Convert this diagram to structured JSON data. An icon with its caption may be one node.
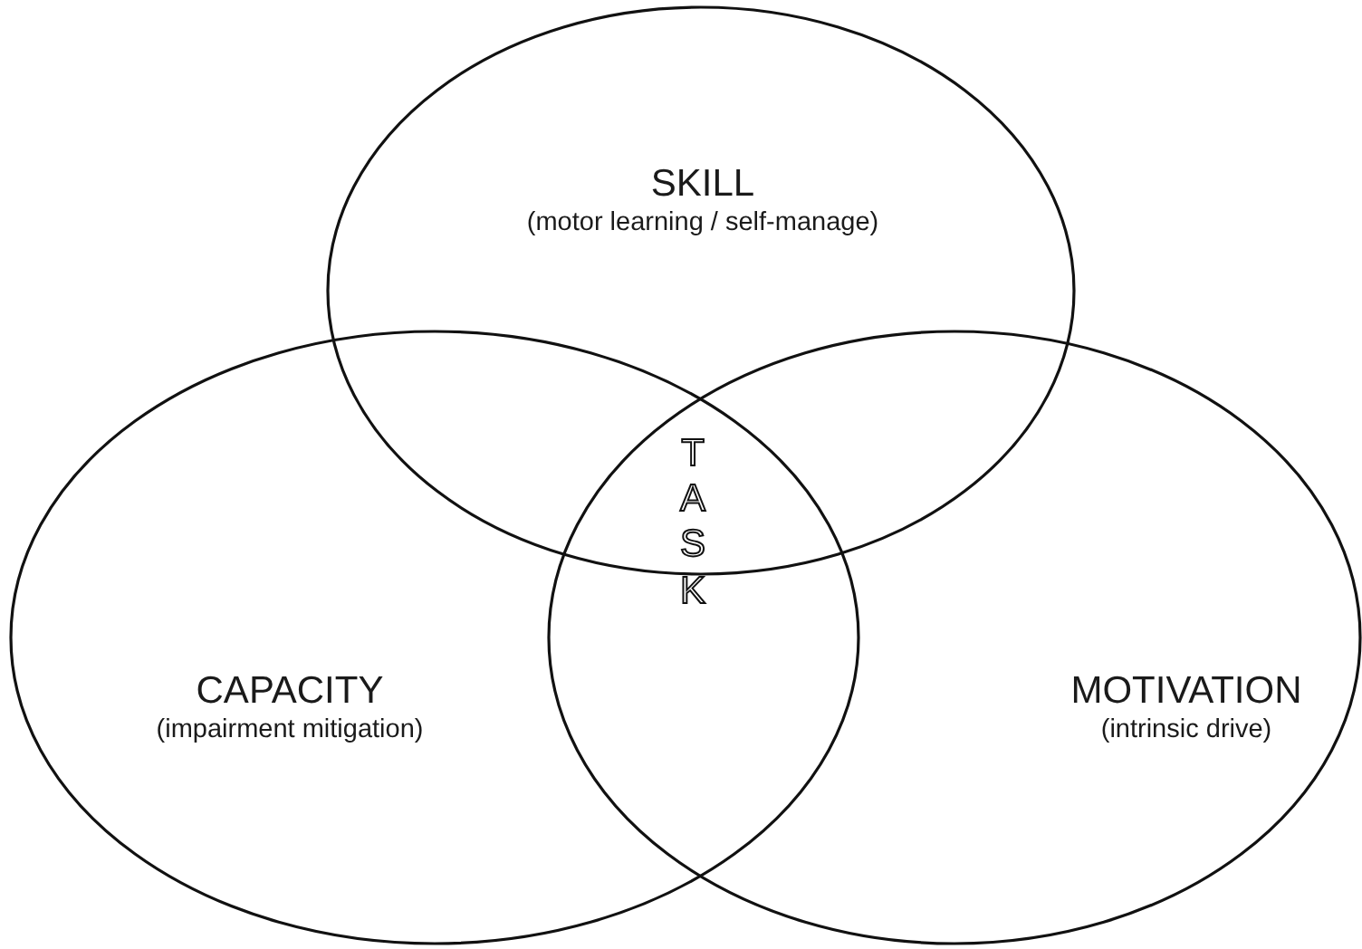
{
  "diagram": {
    "nodes": [
      {
        "text": [
          "SKILL",
          "(motor learning / self-manage)"
        ]
      },
      {
        "text": [
          "CAPACITY",
          "(impairment mitigation)"
        ]
      },
      {
        "text": [
          "MOTIVATION",
          "(intrinsic drive)"
        ]
      }
    ],
    "labels": [
      "TASK"
    ]
  }
}
